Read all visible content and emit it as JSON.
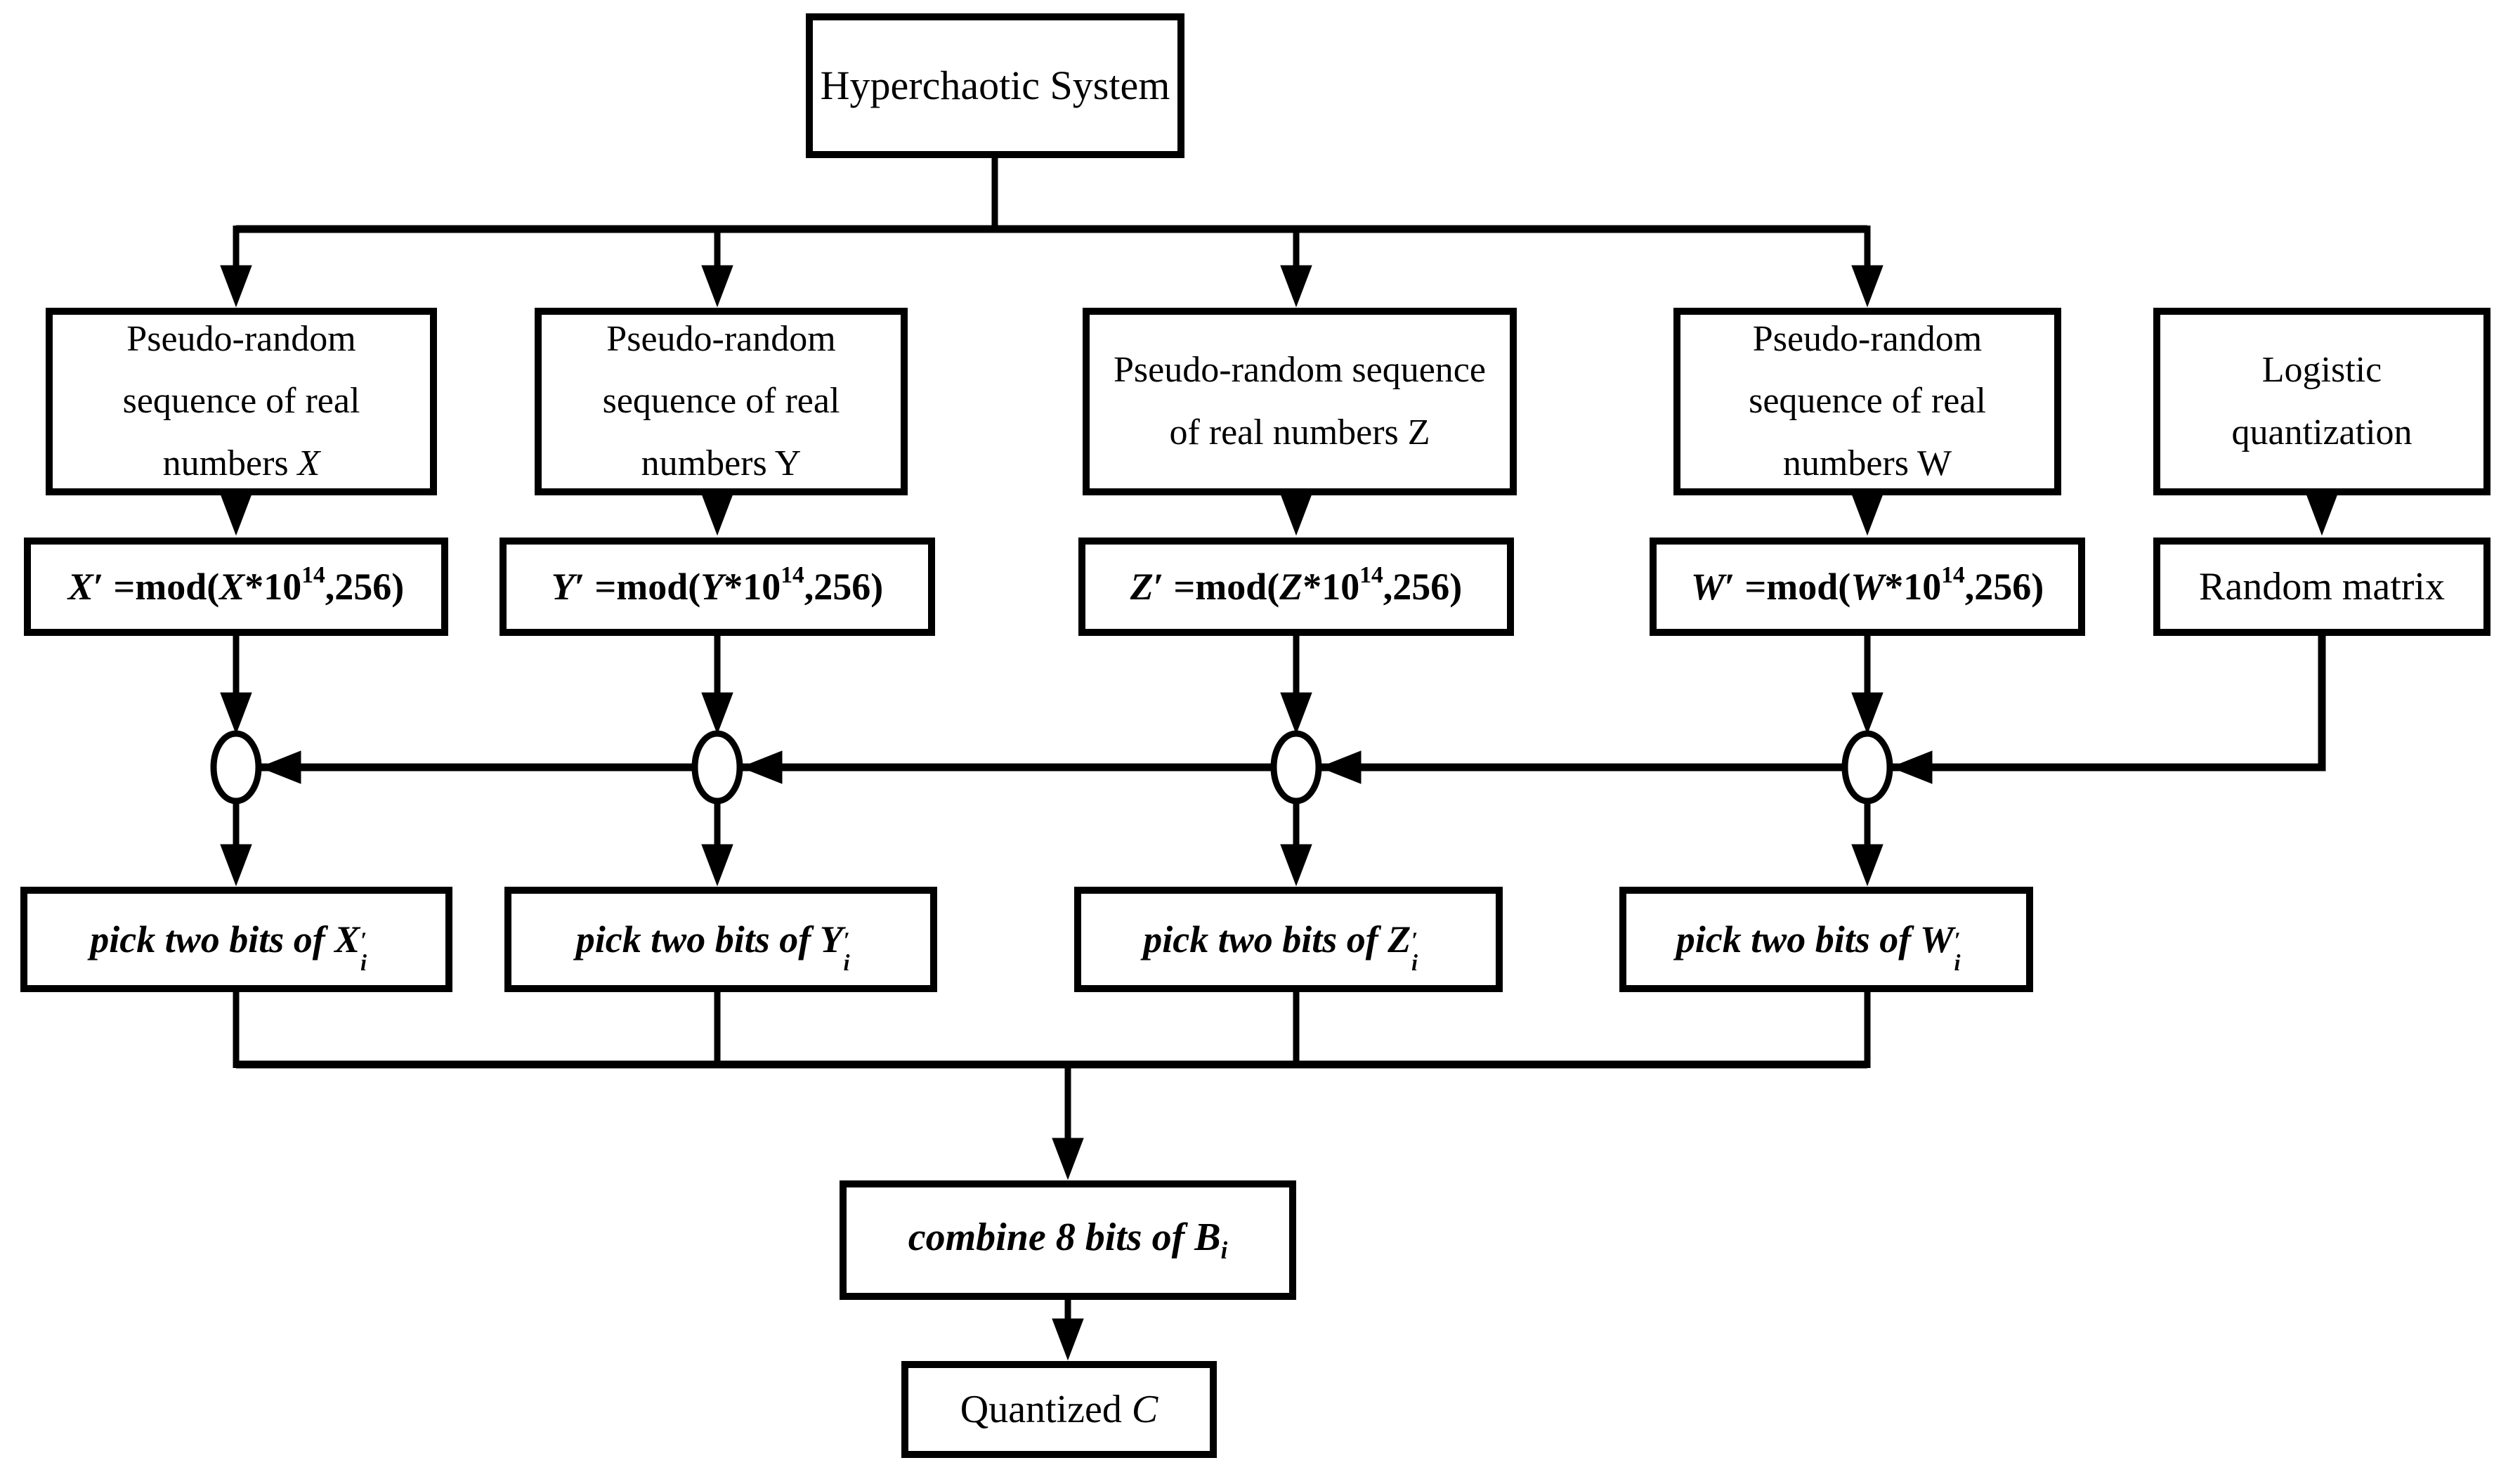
{
  "colors": {
    "ink": "#000000",
    "background": "#ffffff"
  },
  "nodes": {
    "hyperchaotic": {
      "label": "Hyperchaotic System"
    },
    "pseudo_random": [
      {
        "text": "Pseudo-random sequence of real numbers ",
        "var": "X"
      },
      {
        "text": "Pseudo-random sequence of real numbers ",
        "var": "Y"
      },
      {
        "text": "Pseudo-random sequence of real numbers ",
        "var": "Z"
      },
      {
        "text": "Pseudo-random sequence of real numbers ",
        "var": "W"
      }
    ],
    "logistic": {
      "label": "Logistic quantization"
    },
    "random_matrix": {
      "label": "Random matrix"
    },
    "formulas": [
      {
        "v": "X",
        "prime": "′",
        "eq": " =mod(",
        "mul": "*10",
        "exp": "14",
        "post": ",256)"
      },
      {
        "v": "Y",
        "prime": "′",
        "eq": " =mod(",
        "mul": "*10",
        "exp": "14",
        "post": ",256)"
      },
      {
        "v": "Z",
        "prime": "′",
        "eq": " =mod(",
        "mul": "*10",
        "exp": "14",
        "post": ",256)"
      },
      {
        "v": "W",
        "prime": "′",
        "eq": " =mod(",
        "mul": "*10",
        "exp": "14",
        "post": ",256)"
      }
    ],
    "pick_bits": [
      {
        "text": "pick two bits of ",
        "v": "X",
        "sup": "′",
        "sub": "i"
      },
      {
        "text": "pick two bits of ",
        "v": "Y",
        "sup": "′",
        "sub": "i"
      },
      {
        "text": "pick two bits of ",
        "v": "Z",
        "sup": "′",
        "sub": "i"
      },
      {
        "text": "pick two bits of ",
        "v": "W",
        "sup": "′",
        "sub": "i"
      }
    ],
    "combine": {
      "text": "combine 8 bits of ",
      "v": "B",
      "sub": "i"
    },
    "quantized": {
      "text": "Quantized ",
      "var": "C"
    }
  }
}
